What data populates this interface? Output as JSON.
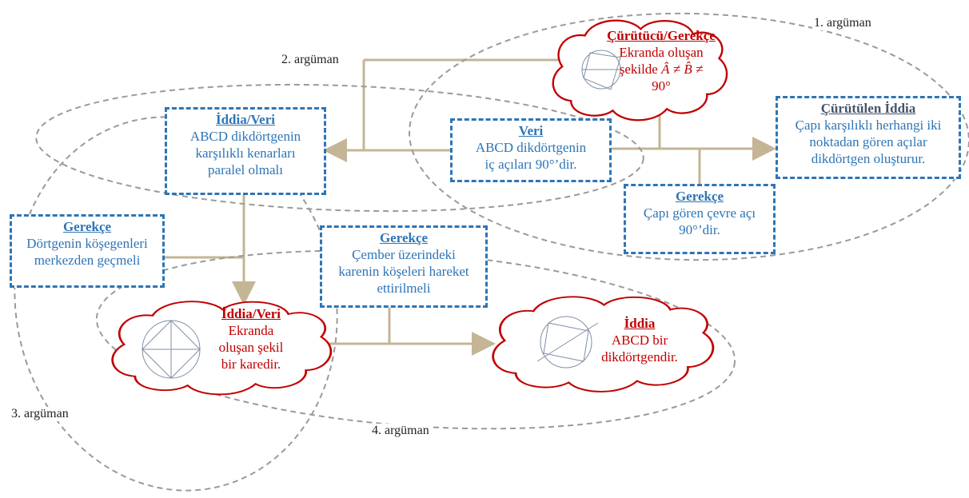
{
  "colors": {
    "box_border": "#2e75b6",
    "box_text": "#2e75b6",
    "cloud_border": "#c00000",
    "cloud_text": "#c00000",
    "arrow": "#c4b594",
    "ellipse": "#9a9a9a"
  },
  "argument_labels": {
    "arg1": "1. argüman",
    "arg2": "2. argüman",
    "arg3": "3. argüman",
    "arg4": "4. argüman"
  },
  "cloud_rebuttal": {
    "title": "Çürütücü/Gerekçe",
    "line1": "Ekranda oluşan",
    "line2_prefix": "şekilde",
    "math": "Â ≠ B̂ ≠",
    "line3": "90°"
  },
  "rebutted_claim": {
    "title": "Çürütülen İddia",
    "line1": "Çapı karşılıklı herhangi iki",
    "line2": "noktadan gören açılar",
    "line3": "dikdörtgen oluşturur."
  },
  "claim_data_top": {
    "title": "İddia/Veri",
    "line1": "ABCD dikdörtgenin",
    "line2": "karşılıklı kenarları",
    "line3": "paralel olmalı"
  },
  "data_center": {
    "title": "Veri",
    "line1": "ABCD dikdörtgenin",
    "line2": "iç açıları 90°’dir."
  },
  "warrant_right": {
    "title": "Gerekçe",
    "line1": "Çapı gören çevre açı",
    "line2": "90°’dir."
  },
  "warrant_left": {
    "title": "Gerekçe",
    "line1": "Dörtgenin köşegenleri",
    "line2": "merkezden geçmeli"
  },
  "warrant_middle": {
    "title": "Gerekçe",
    "line1": "Çember üzerindeki",
    "line2": "karenin köşeleri hareket",
    "line3": "ettirilmeli"
  },
  "cloud_claim_data": {
    "title": "İddia/Veri",
    "line1": "Ekranda",
    "line2": "oluşan şekil",
    "line3": "bir karedir."
  },
  "cloud_claim": {
    "title": "İddia",
    "line1": "ABCD bir",
    "line2": "dikdörtgendir."
  }
}
